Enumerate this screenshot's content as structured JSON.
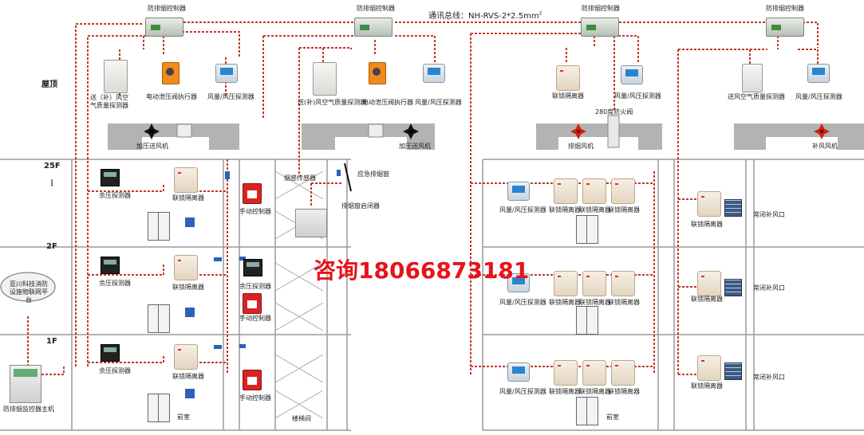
{
  "bus_label": "通讯总线：NH-RVS-2*2.5mm",
  "bus_superscript": "2",
  "watermark": "咨询18066873181",
  "floors": {
    "roof": "屋顶",
    "f25": "25F",
    "dots": "⋮",
    "f2": "2F",
    "f1": "1F"
  },
  "controller_label": "防排烟控制器",
  "left_roof": {
    "air_quality": "送（补）风空气质量探测器",
    "actuator": "电动泄压阀执行器",
    "airflow": "风量/风压探测器",
    "fan": "加压送风机"
  },
  "mid_roof": {
    "air_quality": "送(补)风空气质量探测器",
    "actuator": "电动泄压阀执行器",
    "airflow": "风量/风压探测器",
    "fan": "加压送风机"
  },
  "right_roof": {
    "isolator": "联锁隔离器",
    "airflow": "风量/风压探测器",
    "damper": "280度防火阀",
    "exhaust_fan": "排烟风机"
  },
  "far_right_roof": {
    "air_quality": "送风空气质量探测器",
    "airflow": "风量/风压探测器",
    "makeup_fan": "补风风机"
  },
  "labels": {
    "residual_pressure": "余压探测器",
    "isolator": "联锁隔离器",
    "manual": "手动控制器",
    "smoke_sensor": "烟感传感器",
    "smoke_window": "应急排烟窗",
    "window_opener": "排烟窗启闭器",
    "airflow": "风量/风压探测器",
    "normally_closed": "常闭补风口",
    "front_room": "前室",
    "stairwell": "楼梯间",
    "cloud_platform": "亚川科技消防设施物联网平台",
    "host": "防排烟监控器主机"
  },
  "colors": {
    "wire": "#c0392b",
    "wall": "#9a9a9a",
    "duct": "#b3b3b3",
    "accent": "#e8121b"
  }
}
